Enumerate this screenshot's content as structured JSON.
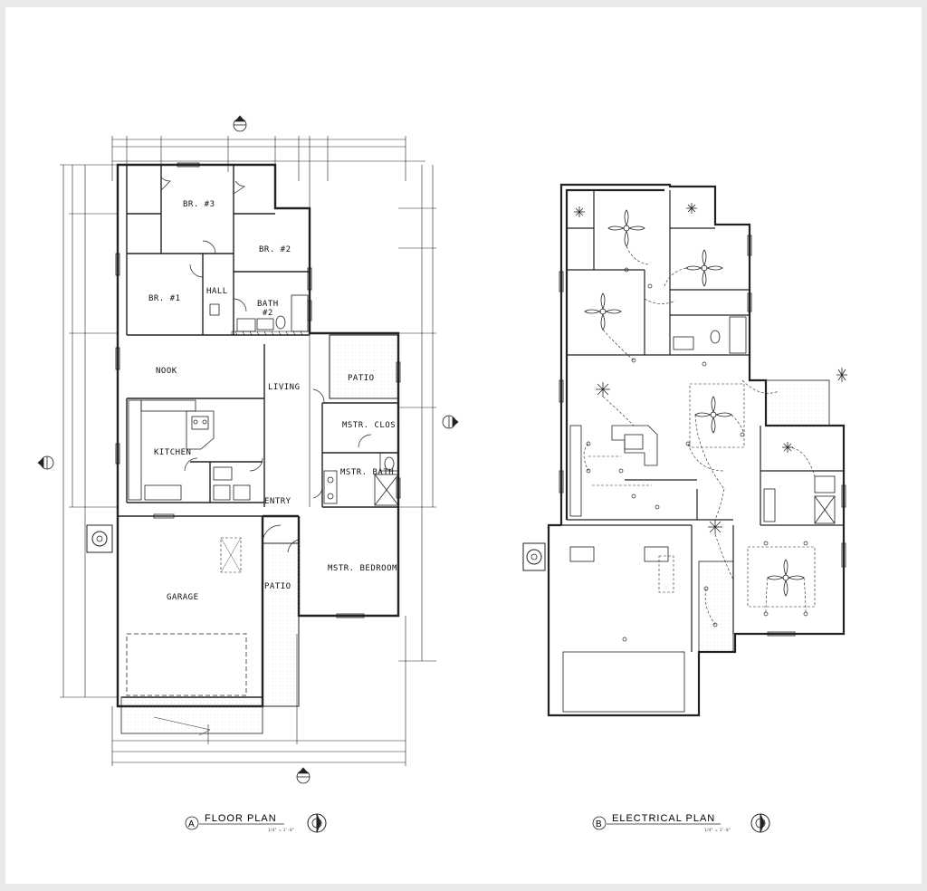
{
  "floor_plan": {
    "title": "FLOOR PLAN",
    "letter": "A",
    "scale": "1/4\" = 1'-0\"",
    "rooms": {
      "br3": "BR. #3",
      "br2": "BR. #2",
      "br1": "BR. #1",
      "hall": "HALL",
      "bath": "BATH",
      "bath_sub": "#2",
      "nook": "NOOK",
      "living": "LIVING",
      "patio_back": "PATIO",
      "mstr_clos": "MSTR. CLOS.",
      "kitchen": "KITCHEN",
      "mstr_bath": "MSTR. BATH",
      "entry": "ENTRY",
      "garage": "GARAGE",
      "patio_front": "PATIO",
      "mstr_bedroom": "MSTR. BEDROOM"
    }
  },
  "electrical_plan": {
    "title": "ELECTRICAL PLAN",
    "letter": "B",
    "scale": "1/4\" = 1'-0\""
  }
}
